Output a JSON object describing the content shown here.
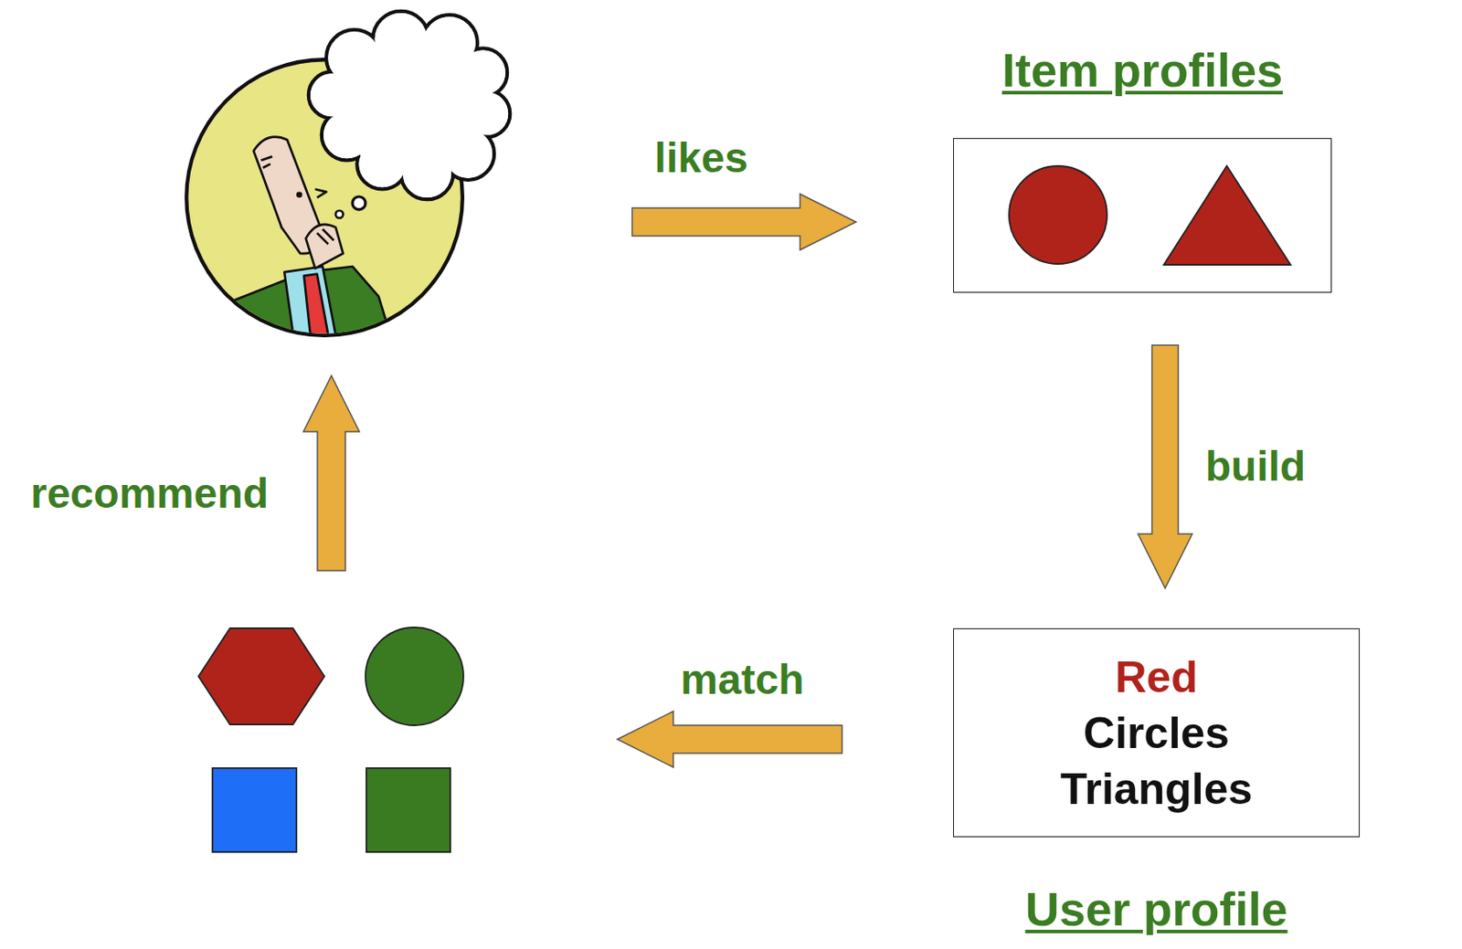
{
  "diagram": {
    "nodes": [
      {
        "text": [
          "Item profiles"
        ]
      },
      {
        "text": [
          "Red",
          "Circles",
          "Triangles",
          "User profile"
        ]
      }
    ],
    "edges": [
      {
        "from": 0,
        "to": 1,
        "label": "build",
        "arrow": "to"
      }
    ],
    "labels": [
      "likes",
      "match",
      "recommend"
    ]
  }
}
